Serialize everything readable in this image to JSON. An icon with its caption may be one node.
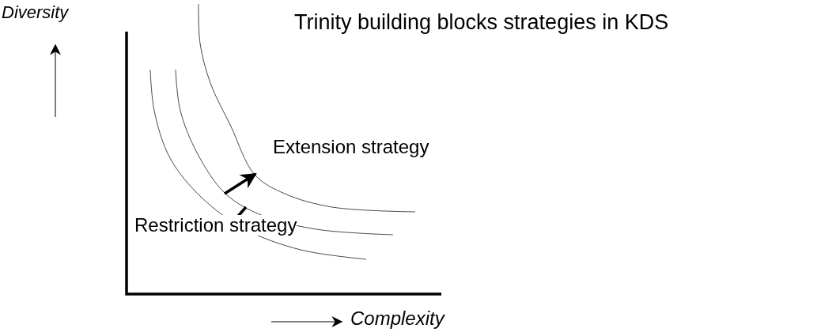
{
  "diagram": {
    "title": "Trinity building blocks strategies in KDS",
    "labels": [
      "Diversity",
      "Extension strategy",
      "Restriction strategy",
      "Complexity"
    ]
  }
}
